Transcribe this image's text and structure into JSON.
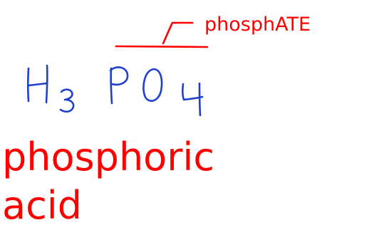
{
  "formula": {
    "text": "H3PO4"
  },
  "callout": {
    "label": "phosphATE"
  },
  "compound_name": {
    "line1": "phosphoric",
    "line2": "acid"
  },
  "colors": {
    "handwriting": "#1f3fcf",
    "annotation": "#ff0000",
    "background": "#ffffff"
  }
}
